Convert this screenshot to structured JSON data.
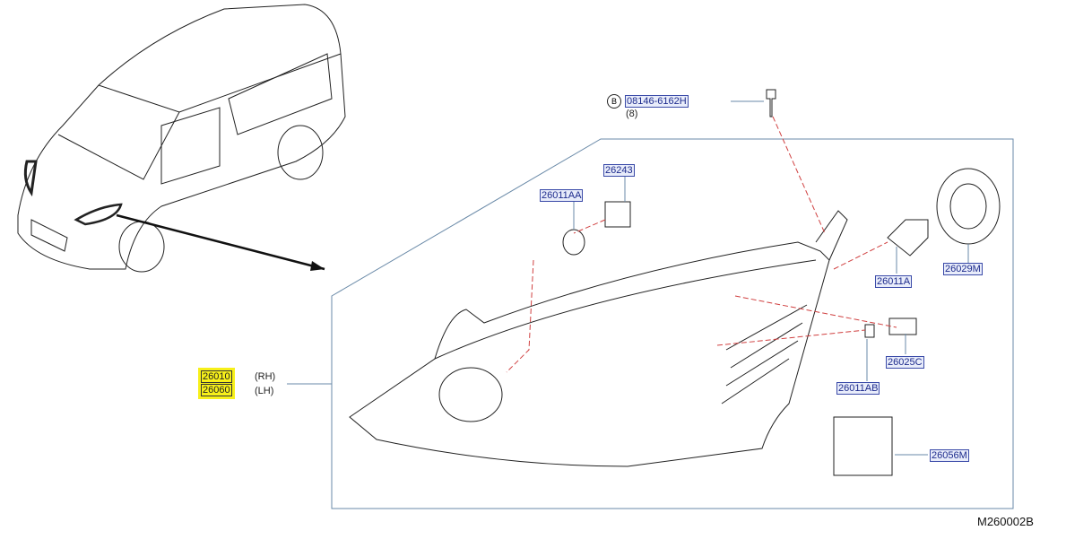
{
  "bolt": {
    "marker": "B",
    "part": "08146-6162H",
    "qty": "(8)"
  },
  "parts": {
    "p26243": "26243",
    "p26011AA": "26011AA",
    "p26011A": "26011A",
    "p26029M": "26029M",
    "p26025C": "26025C",
    "p26011AB": "26011AB",
    "p26056M": "26056M"
  },
  "assembly": {
    "rh_part": "26010",
    "rh_label": "(RH)",
    "lh_part": "26060",
    "lh_label": "(LH)"
  },
  "diagram_code": "M260002B",
  "colors": {
    "link": "#1c2a8c",
    "highlight": "#f7f01a",
    "frame": "#6a8aa8",
    "leader": "#d04040"
  }
}
